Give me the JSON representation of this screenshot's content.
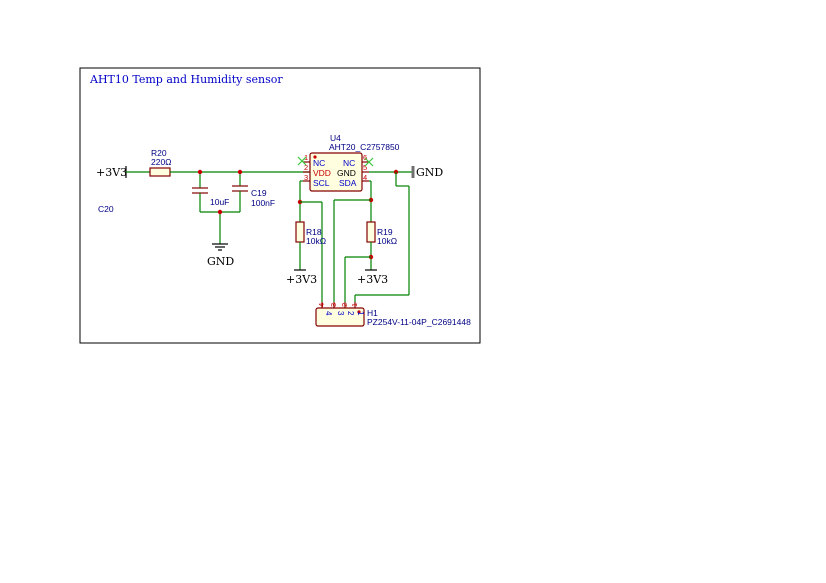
{
  "sheet_title": "AHT10 Temp and Humidity sensor",
  "nets": {
    "vcc_in": "+3V3",
    "gnd_cap": "GND",
    "gnd_right": "GND",
    "vcc_r18": "+3V3",
    "vcc_r19": "+3V3"
  },
  "components": {
    "r20": {
      "ref": "R20",
      "value": "220Ω"
    },
    "c_left": {
      "ref": "C20",
      "value": "10uF"
    },
    "c19": {
      "ref": "C19",
      "value": "100nF"
    },
    "r18": {
      "ref": "R18",
      "value": "10kΩ"
    },
    "r19": {
      "ref": "R19",
      "value": "10kΩ"
    },
    "u4": {
      "ref": "U4",
      "value": "AHT20_C2757850",
      "pins": {
        "p1": {
          "num": "1",
          "name": "NC"
        },
        "p2": {
          "num": "2",
          "name": "VDD"
        },
        "p3": {
          "num": "3",
          "name": "SCL"
        },
        "p4": {
          "num": "4",
          "name": "SDA"
        },
        "p5": {
          "num": "5",
          "name": "GND"
        },
        "p6": {
          "num": "6",
          "name": "NC"
        }
      }
    },
    "h1": {
      "ref": "H1",
      "value": "PZ254V-11-04P_C2691448",
      "pins": [
        "4",
        "3",
        "2",
        "1"
      ],
      "pin_labels": [
        "4",
        "3",
        "2",
        "1"
      ]
    }
  },
  "colors": {
    "wire": "#008400",
    "component": "#840000",
    "text": "#0000c8",
    "junction": "#c80000"
  }
}
